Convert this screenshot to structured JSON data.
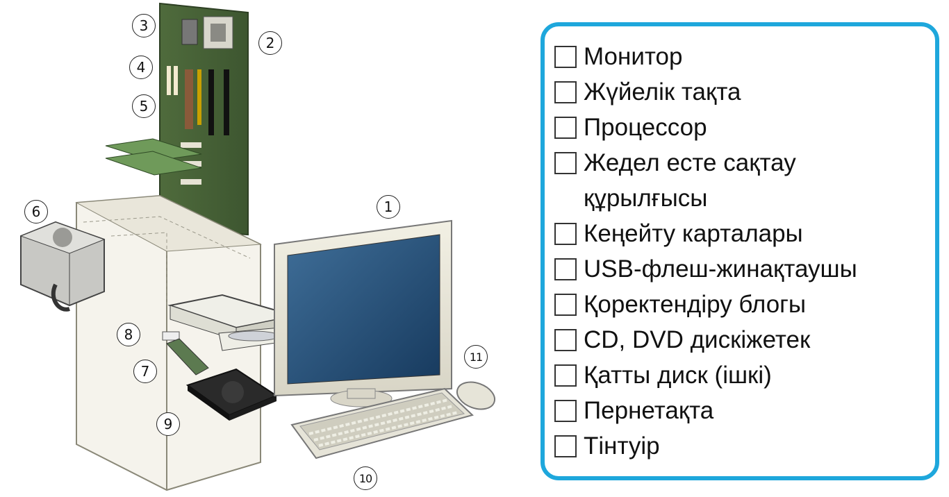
{
  "callouts": {
    "c1": "1",
    "c2": "2",
    "c3": "3",
    "c4": "4",
    "c5": "5",
    "c6": "6",
    "c7": "7",
    "c8": "8",
    "c9": "9",
    "c10": "10",
    "c11": "11"
  },
  "checklist": {
    "accent_color": "#1ea7dc",
    "items": [
      {
        "label": "Монитор"
      },
      {
        "label": "Жүйелік тақта"
      },
      {
        "label": "Процессор"
      },
      {
        "label": "Жедел есте сақтау құрылғысы"
      },
      {
        "label": "Кеңейту карталары"
      },
      {
        "label": "USB-флеш-жинақтаушы"
      },
      {
        "label": "Қоректендіру блогы"
      },
      {
        "label": "CD, DVD дискіжетек"
      },
      {
        "label": "Қатты диск (ішкі)"
      },
      {
        "label": "Пернетақта"
      },
      {
        "label": "Тінтуір"
      }
    ]
  }
}
